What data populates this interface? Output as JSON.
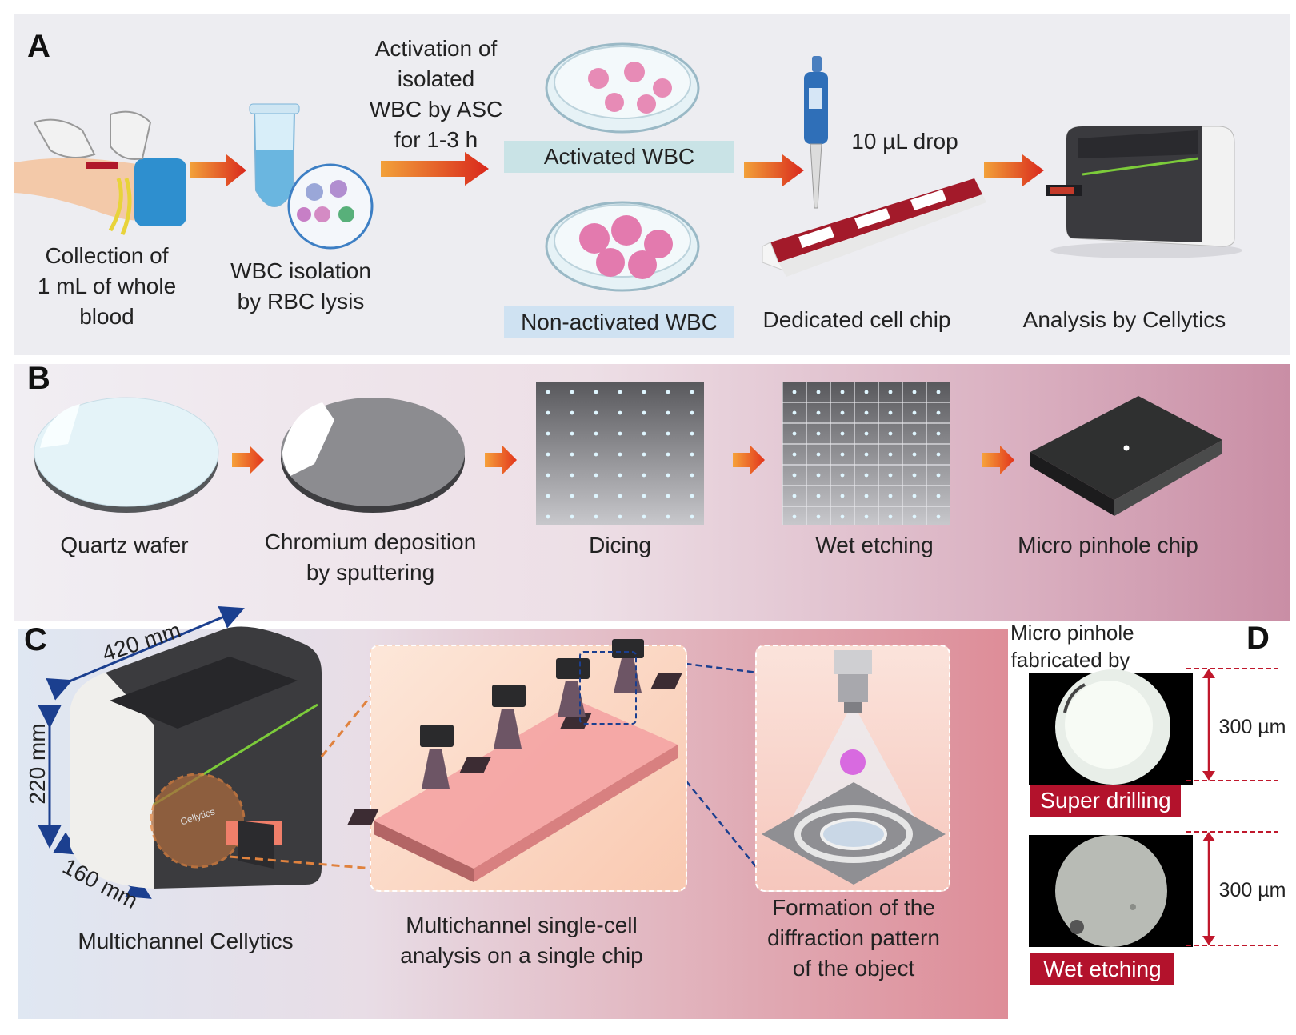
{
  "panel_a": {
    "label": "A",
    "step1": [
      "Collection of",
      "1 mL of whole",
      "blood"
    ],
    "step2": [
      "WBC isolation",
      "by RBC lysis"
    ],
    "activation": [
      "Activation of",
      "isolated",
      "WBC by ASC",
      "for 1-3 h"
    ],
    "activated_box": "Activated WBC",
    "nonactivated_box": "Non-activated WBC",
    "drop": "10 µL drop",
    "chip": "Dedicated cell chip",
    "analysis": "Analysis by Cellytics",
    "colors": {
      "arrow": "#e0391c",
      "activated_bg": "#c9e3e6",
      "nonactivated_bg": "#cfe2f2"
    }
  },
  "panel_b": {
    "label": "B",
    "steps": [
      "Quartz wafer",
      "Chromium deposition",
      "by sputtering",
      "Dicing",
      "Wet etching",
      "Micro pinhole chip"
    ]
  },
  "panel_c": {
    "label": "C",
    "dim_width": "420 mm",
    "dim_height": "220 mm",
    "dim_depth": "160 mm",
    "device_caption": "Multichannel Cellytics",
    "brand": "Cellytics",
    "middle_caption": [
      "Multichannel single-cell",
      "analysis on a single chip"
    ],
    "right_caption": [
      "Formation of the",
      "diffraction pattern",
      "of the object"
    ]
  },
  "panel_d": {
    "label": "D",
    "heading": [
      "Micro pinhole",
      "fabricated by"
    ],
    "size1": "300 µm",
    "method1": "Super drilling",
    "size2": "300 µm",
    "method2": "Wet etching",
    "colors": {
      "method_bg": "#b3122c",
      "dimension": "#c0182c"
    }
  }
}
